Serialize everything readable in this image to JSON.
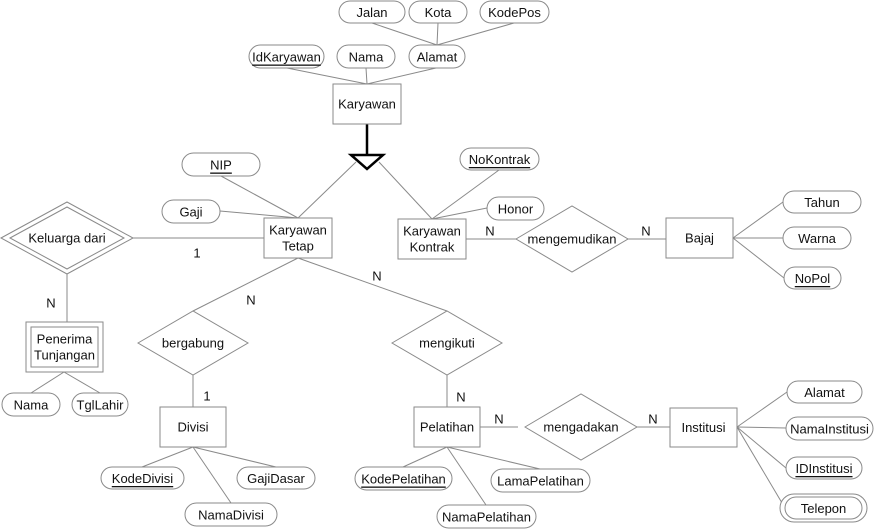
{
  "diagram": {
    "type": "ER diagram",
    "entities": [
      {
        "id": "karyawan",
        "label": [
          "Karyawan"
        ],
        "weak": false
      },
      {
        "id": "karyawan_tetap",
        "label": [
          "Karyawan",
          "Tetap"
        ],
        "weak": false
      },
      {
        "id": "karyawan_kontrak",
        "label": [
          "Karyawan",
          "Kontrak"
        ],
        "weak": false
      },
      {
        "id": "bajaj",
        "label": [
          "Bajaj"
        ],
        "weak": false
      },
      {
        "id": "penerima_tunjangan",
        "label": [
          "Penerima",
          "Tunjangan"
        ],
        "weak": true
      },
      {
        "id": "divisi",
        "label": [
          "Divisi"
        ],
        "weak": false
      },
      {
        "id": "pelatihan",
        "label": [
          "Pelatihan"
        ],
        "weak": false
      },
      {
        "id": "institusi",
        "label": [
          "Institusi"
        ],
        "weak": false
      }
    ],
    "relationships": [
      {
        "id": "keluarga_dari",
        "label": "Keluarga dari",
        "identifying": true
      },
      {
        "id": "mengemudikan",
        "label": "mengemudikan",
        "identifying": false
      },
      {
        "id": "bergabung",
        "label": "bergabung",
        "identifying": false
      },
      {
        "id": "mengikuti",
        "label": "mengikuti",
        "identifying": false
      },
      {
        "id": "mengadakan",
        "label": "mengadakan",
        "identifying": false
      }
    ],
    "attributes": [
      {
        "id": "jalan",
        "label": "Jalan",
        "key": false,
        "multivalued": false,
        "of": "alamat_k"
      },
      {
        "id": "kota",
        "label": "Kota",
        "key": false,
        "multivalued": false,
        "of": "alamat_k"
      },
      {
        "id": "kodepos",
        "label": "KodePos",
        "key": false,
        "multivalued": false,
        "of": "alamat_k"
      },
      {
        "id": "idkaryawan",
        "label": "IdKaryawan",
        "key": true,
        "multivalued": false,
        "of": "karyawan"
      },
      {
        "id": "nama_k",
        "label": "Nama",
        "key": false,
        "multivalued": false,
        "of": "karyawan"
      },
      {
        "id": "alamat_k",
        "label": "Alamat",
        "key": false,
        "multivalued": false,
        "of": "karyawan"
      },
      {
        "id": "nip",
        "label": "NIP",
        "key": true,
        "multivalued": false,
        "of": "karyawan_tetap"
      },
      {
        "id": "gaji",
        "label": "Gaji",
        "key": false,
        "multivalued": false,
        "of": "karyawan_tetap"
      },
      {
        "id": "nokontrak",
        "label": "NoKontrak",
        "key": true,
        "multivalued": false,
        "of": "karyawan_kontrak"
      },
      {
        "id": "honor",
        "label": "Honor",
        "key": false,
        "multivalued": false,
        "of": "karyawan_kontrak"
      },
      {
        "id": "tahun",
        "label": "Tahun",
        "key": false,
        "multivalued": false,
        "of": "bajaj"
      },
      {
        "id": "warna",
        "label": "Warna",
        "key": false,
        "multivalued": false,
        "of": "bajaj"
      },
      {
        "id": "nopol",
        "label": "NoPol",
        "key": true,
        "multivalued": false,
        "of": "bajaj"
      },
      {
        "id": "nama_p",
        "label": "Nama",
        "key": false,
        "multivalued": false,
        "of": "penerima_tunjangan"
      },
      {
        "id": "tgllahir",
        "label": "TglLahir",
        "key": false,
        "multivalued": false,
        "of": "penerima_tunjangan"
      },
      {
        "id": "kodedivisi",
        "label": "KodeDivisi",
        "key": true,
        "multivalued": false,
        "of": "divisi"
      },
      {
        "id": "namadivisi",
        "label": "NamaDivisi",
        "key": false,
        "multivalued": false,
        "of": "divisi"
      },
      {
        "id": "gajidasar",
        "label": "GajiDasar",
        "key": false,
        "multivalued": false,
        "of": "divisi"
      },
      {
        "id": "kodepelatihan",
        "label": "KodePelatihan",
        "key": true,
        "multivalued": false,
        "of": "pelatihan"
      },
      {
        "id": "namapelatihan",
        "label": "NamaPelatihan",
        "key": false,
        "multivalued": false,
        "of": "pelatihan"
      },
      {
        "id": "lamapelatihan",
        "label": "LamaPelatihan",
        "key": false,
        "multivalued": false,
        "of": "pelatihan"
      },
      {
        "id": "alamat_i",
        "label": "Alamat",
        "key": false,
        "multivalued": false,
        "of": "institusi"
      },
      {
        "id": "namainstitusi",
        "label": "NamaInstitusi",
        "key": false,
        "multivalued": false,
        "of": "institusi"
      },
      {
        "id": "idinstitusi",
        "label": "IDInstitusi",
        "key": true,
        "multivalued": false,
        "of": "institusi"
      },
      {
        "id": "telepon",
        "label": "Telepon",
        "key": false,
        "multivalued": true,
        "of": "institusi"
      }
    ],
    "cardinalities": [
      {
        "id": "c_keluarga_tetap",
        "label": "1",
        "between": [
          "keluarga_dari",
          "karyawan_tetap"
        ]
      },
      {
        "id": "c_keluarga_penerima",
        "label": "N",
        "between": [
          "keluarga_dari",
          "penerima_tunjangan"
        ]
      },
      {
        "id": "c_kontrak_mengemudikan",
        "label": "N",
        "between": [
          "karyawan_kontrak",
          "mengemudikan"
        ]
      },
      {
        "id": "c_mengemudikan_bajaj",
        "label": "N",
        "between": [
          "mengemudikan",
          "bajaj"
        ]
      },
      {
        "id": "c_tetap_bergabung",
        "label": "N",
        "between": [
          "karyawan_tetap",
          "bergabung"
        ]
      },
      {
        "id": "c_bergabung_divisi",
        "label": "1",
        "between": [
          "bergabung",
          "divisi"
        ]
      },
      {
        "id": "c_tetap_mengikuti",
        "label": "N",
        "between": [
          "karyawan_tetap",
          "mengikuti"
        ]
      },
      {
        "id": "c_mengikuti_pelatihan",
        "label": "N",
        "between": [
          "mengikuti",
          "pelatihan"
        ]
      },
      {
        "id": "c_pelatihan_mengadakan",
        "label": "N",
        "between": [
          "pelatihan",
          "mengadakan"
        ]
      },
      {
        "id": "c_mengadakan_institusi",
        "label": "N",
        "between": [
          "mengadakan",
          "institusi"
        ]
      }
    ],
    "specialization": {
      "parent": "karyawan",
      "children": [
        "karyawan_tetap",
        "karyawan_kontrak"
      ]
    }
  }
}
